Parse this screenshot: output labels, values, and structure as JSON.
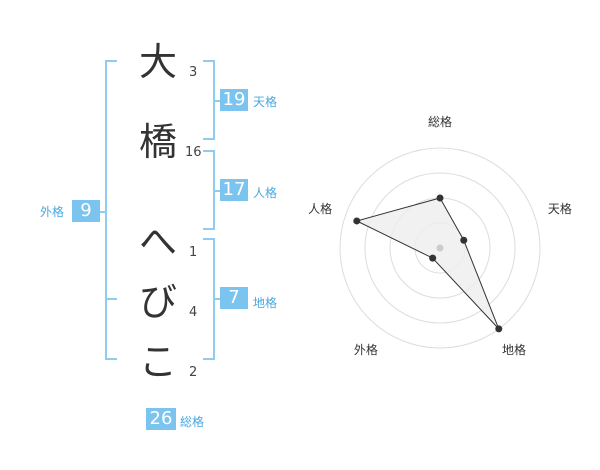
{
  "name": {
    "chars": [
      {
        "char": "大",
        "strokes": "3"
      },
      {
        "char": "橋",
        "strokes": "16"
      },
      {
        "char": "へ",
        "strokes": "1"
      },
      {
        "char": "び",
        "strokes": "4"
      },
      {
        "char": "こ",
        "strokes": "2"
      }
    ]
  },
  "fortunes": {
    "tenkaku": {
      "value": "19",
      "label": "天格"
    },
    "jinkaku": {
      "value": "17",
      "label": "人格"
    },
    "chikaku": {
      "value": "7",
      "label": "地格"
    },
    "gaikaku": {
      "value": "9",
      "label": "外格"
    },
    "soukaku": {
      "value": "26",
      "label": "総格"
    }
  },
  "chart_data": {
    "type": "radar",
    "axes": [
      "総格",
      "天格",
      "地格",
      "外格",
      "人格"
    ],
    "rings": 4,
    "values": [
      2,
      1,
      4,
      0.5,
      3.5
    ],
    "colors": {
      "ring": "#dddddd",
      "fill": "#eeeeee",
      "line": "#333333",
      "center": "#cccccc"
    }
  }
}
